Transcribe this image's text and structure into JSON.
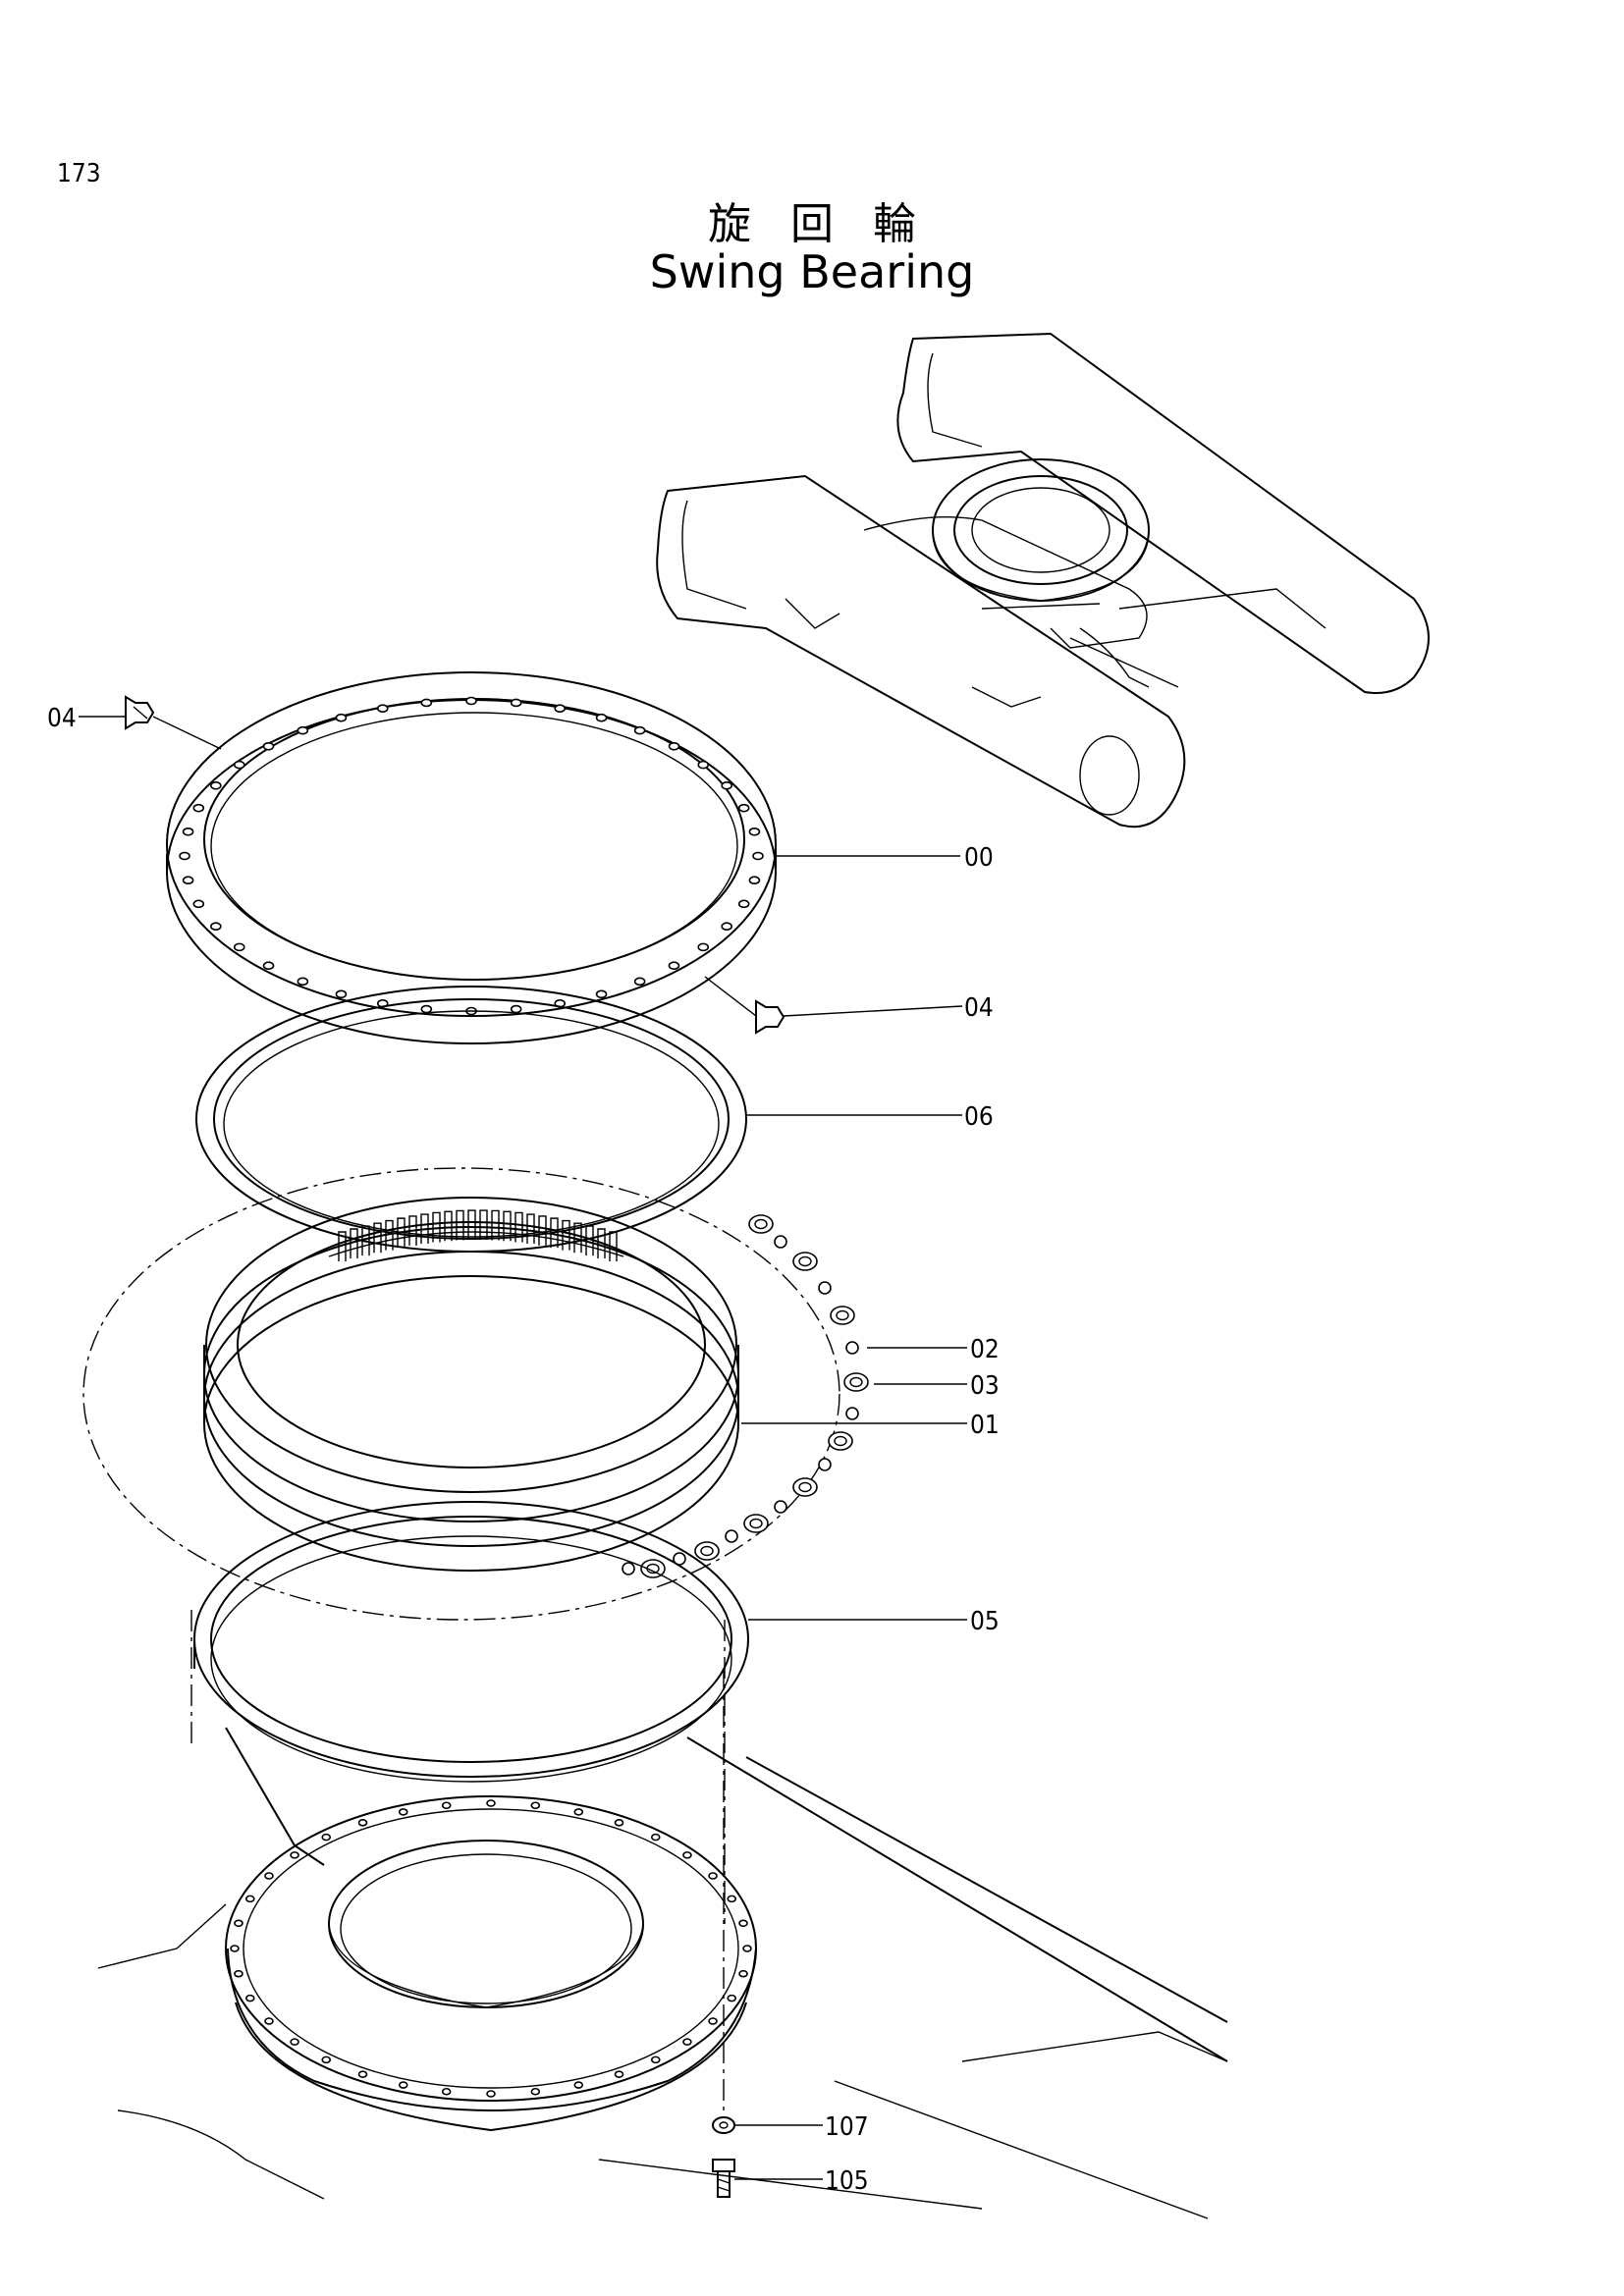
{
  "page_number": "173",
  "title_jp": "旋回輪",
  "title_en": "Swing Bearing",
  "callouts": [
    {
      "id": "c04a",
      "text": "04"
    },
    {
      "id": "c00",
      "text": "00"
    },
    {
      "id": "c04b",
      "text": "04"
    },
    {
      "id": "c06",
      "text": "06"
    },
    {
      "id": "c02",
      "text": "02"
    },
    {
      "id": "c03",
      "text": "03"
    },
    {
      "id": "c01",
      "text": "01"
    },
    {
      "id": "c05",
      "text": "05"
    },
    {
      "id": "c107",
      "text": "107"
    },
    {
      "id": "c105",
      "text": "105"
    }
  ]
}
